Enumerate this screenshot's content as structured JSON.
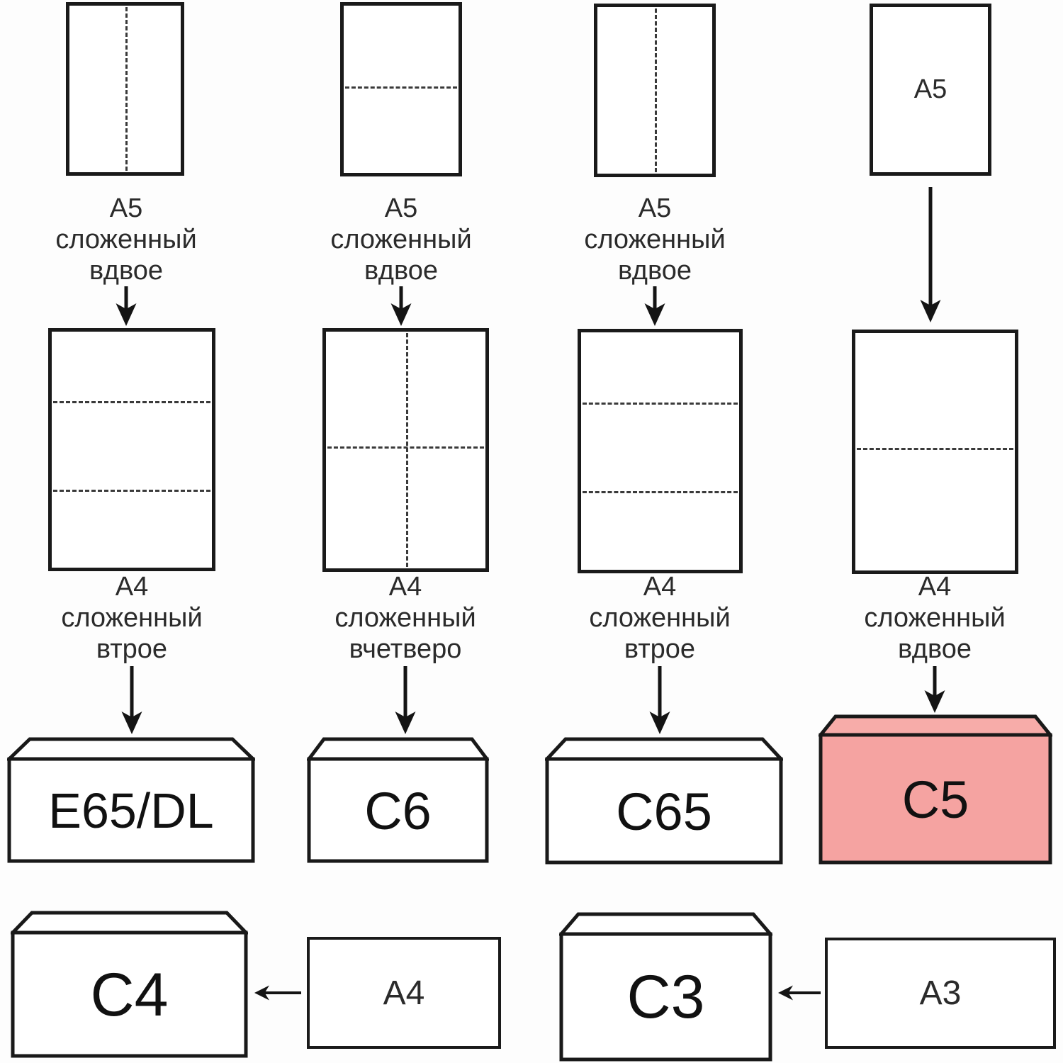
{
  "colors": {
    "background": "#fdfdfd",
    "line": "#1a1a1a",
    "pink_envelope_body": "#f5a3a1",
    "pink_envelope_flap": "#f7aca9"
  },
  "columns": [
    {
      "a5_caption": [
        "А5",
        "сложенный",
        "вдвое"
      ],
      "a5_fold": "vertical-half",
      "a4_caption": [
        "А4",
        "сложенный",
        "втрое"
      ],
      "a4_fold": "horizontal-thirds",
      "envelope_code": "E65/DL"
    },
    {
      "a5_caption": [
        "А5",
        "сложенный",
        "вдвое"
      ],
      "a5_fold": "horizontal-half",
      "a4_caption": [
        "А4",
        "сложенный",
        "вчетверо"
      ],
      "a4_fold": "quarters-cross",
      "envelope_code": "C6"
    },
    {
      "a5_caption": [
        "А5",
        "сложенный",
        "вдвое"
      ],
      "a5_fold": "vertical-half",
      "a4_caption": [
        "А4",
        "сложенный",
        "втрое"
      ],
      "a4_fold": "horizontal-thirds",
      "envelope_code": "C65"
    },
    {
      "a5_inner_label": "А5",
      "a5_fold": "none",
      "a4_caption": [
        "А4",
        "сложенный",
        "вдвое"
      ],
      "a4_fold": "horizontal-half",
      "envelope_code": "C5",
      "highlighted": true
    }
  ],
  "bottom": [
    {
      "envelope_code": "C4",
      "sheet_label": "А4"
    },
    {
      "envelope_code": "C3",
      "sheet_label": "А3"
    }
  ]
}
